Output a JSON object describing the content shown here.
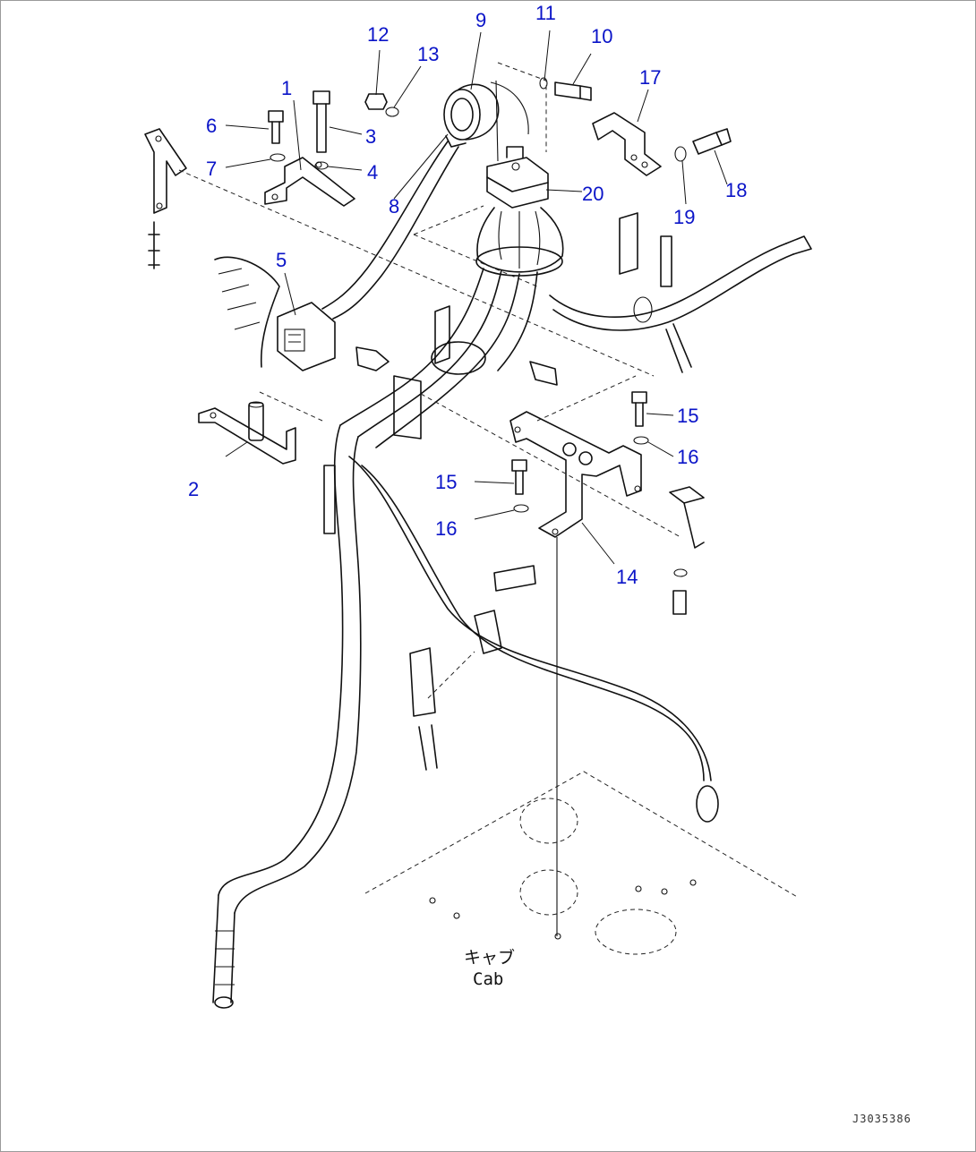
{
  "callouts": [
    {
      "id": "c1",
      "text": "1"
    },
    {
      "id": "c2",
      "text": "2"
    },
    {
      "id": "c3",
      "text": "3"
    },
    {
      "id": "c4",
      "text": "4"
    },
    {
      "id": "c5",
      "text": "5"
    },
    {
      "id": "c6",
      "text": "6"
    },
    {
      "id": "c7",
      "text": "7"
    },
    {
      "id": "c8",
      "text": "8"
    },
    {
      "id": "c9",
      "text": "9"
    },
    {
      "id": "c10",
      "text": "10"
    },
    {
      "id": "c11",
      "text": "11"
    },
    {
      "id": "c12",
      "text": "12"
    },
    {
      "id": "c13",
      "text": "13"
    },
    {
      "id": "c14",
      "text": "14"
    },
    {
      "id": "c15a",
      "text": "15"
    },
    {
      "id": "c15b",
      "text": "15"
    },
    {
      "id": "c16a",
      "text": "16"
    },
    {
      "id": "c16b",
      "text": "16"
    },
    {
      "id": "c17",
      "text": "17"
    },
    {
      "id": "c18",
      "text": "18"
    },
    {
      "id": "c19",
      "text": "19"
    },
    {
      "id": "c20",
      "text": "20"
    }
  ],
  "cab_label_jp": "キャブ",
  "cab_label_en": "Cab",
  "drawing_code": "J3035386",
  "colors": {
    "callout": "#0a14c8",
    "line": "#111111"
  }
}
